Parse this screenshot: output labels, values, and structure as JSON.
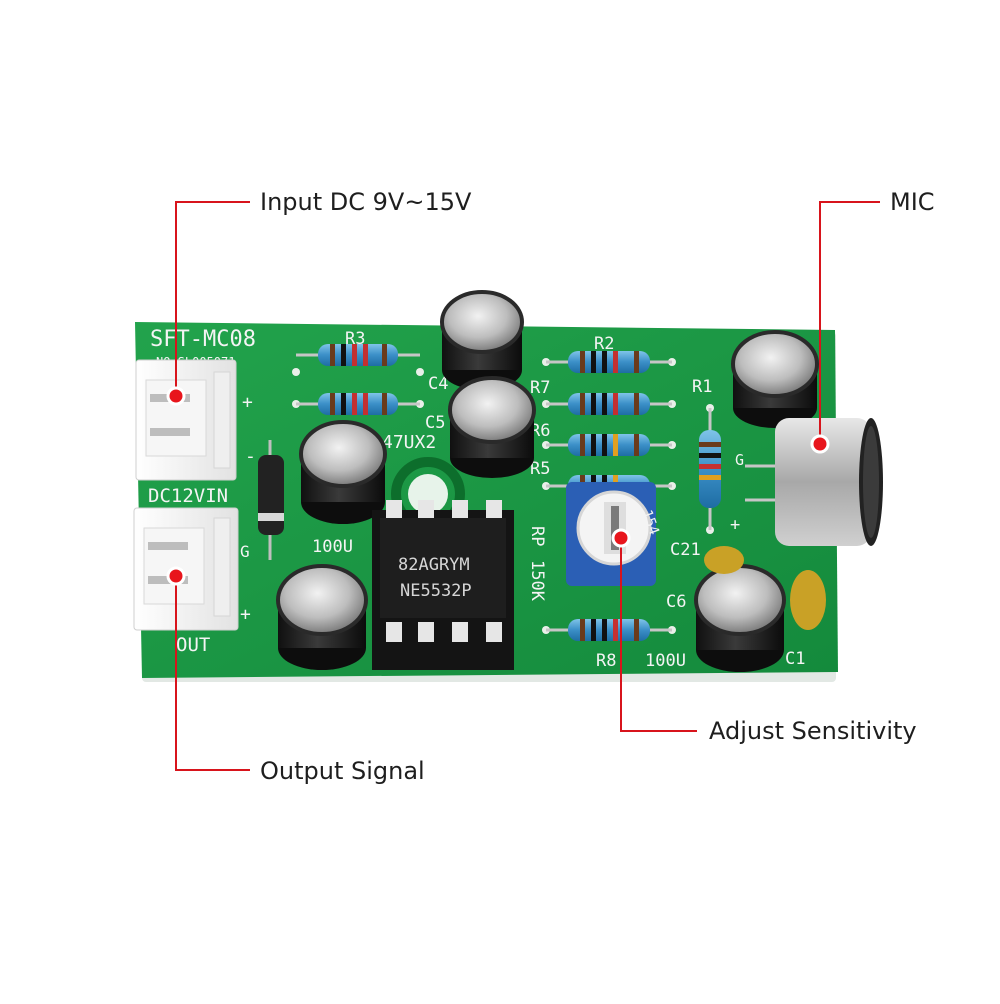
{
  "board": {
    "model": "SFT-MC08",
    "serial": "NO.SL005071",
    "chip_label_line1": "82AGRYM",
    "chip_label_line2": "NE5532P",
    "pot_label_line1": "RP",
    "pot_label_line2": "150K",
    "pot_value": "154",
    "input_connector_label": "DC12VIN",
    "output_connector_label": "OUT",
    "silkscreen": {
      "r1": "R1",
      "r2": "R2",
      "r3": "R3",
      "r5": "R5",
      "r6": "R6",
      "r7": "R7",
      "r8": "R8",
      "c1": "C1",
      "c4": "C4",
      "c5": "C5",
      "c6": "C6",
      "c21": "C21",
      "cap_100u_left": "100U",
      "cap_100u_right": "100U",
      "cap_47u": "47UX2",
      "plus": "+",
      "minus": "-",
      "g": "G"
    }
  },
  "callouts": {
    "input": "Input DC 9V~15V",
    "mic": "MIC",
    "sensitivity": "Adjust Sensitivity",
    "output": "Output Signal"
  },
  "colors": {
    "pcb": "#1f9e48",
    "callout_line": "#d8141c",
    "marker_fill": "#e8151c"
  }
}
